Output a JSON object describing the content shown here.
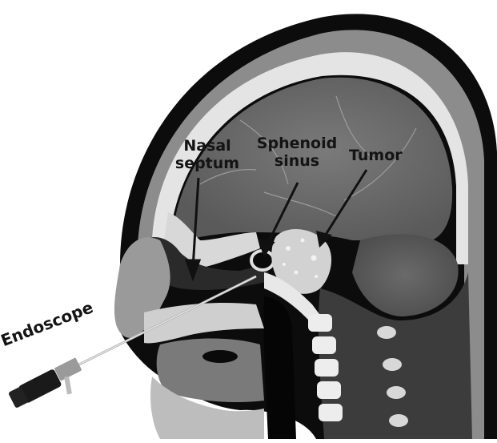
{
  "labels": {
    "nasal_septum": {
      "line1": "Nasal",
      "line2": "septum"
    },
    "sphenoid_sinus": {
      "line1": "Sphenoid",
      "line2": "sinus"
    },
    "tumor": "Tumor",
    "endoscope": "Endoscope"
  },
  "colors": {
    "background": "#ffffff",
    "scan_dark": "#0c0c0c",
    "brain_tissue": "#6e6e6e",
    "bone": "#e4e4e4",
    "label_text": "#141414"
  }
}
